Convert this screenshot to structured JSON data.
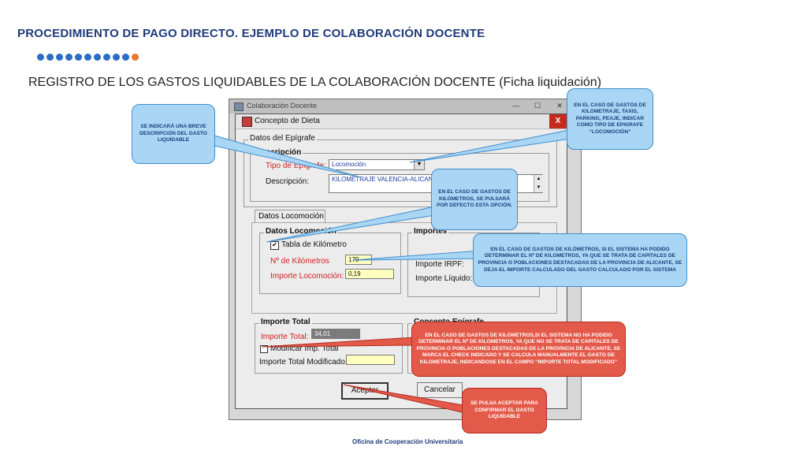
{
  "header": {
    "title": "PROCEDIMIENTO DE PAGO DIRECTO. EJEMPLO DE COLABORACIÓN DOCENTE",
    "subtitle": "REGISTRO DE LOS GASTOS LIQUIDABLES DE LA COLABORACIÓN DOCENTE (Ficha liquidación)",
    "dot_colors": [
      "#2b6cc4",
      "#2b6cc4",
      "#2b6cc4",
      "#2b6cc4",
      "#2b6cc4",
      "#2b6cc4",
      "#2b6cc4",
      "#2b6cc4",
      "#2b6cc4",
      "#2b6cc4",
      "#e8792f"
    ]
  },
  "footer": {
    "text": "Oficina de Cooperación Universitaria"
  },
  "outer_window": {
    "title": "Colaboración Docente",
    "minimize": "—",
    "maximize": "☐",
    "close": "✕"
  },
  "dialog": {
    "title": "Concepto de Dieta",
    "close": "X",
    "datos_epigrafe": {
      "legend": "Datos del Epígrafe",
      "descripcion_legend": "Descripción",
      "tipo_label": "Tipo de Epígrafe:",
      "tipo_value": "Locomoción",
      "descripcion_label": "Descripción:",
      "descripcion_value": "KILOMETRAJE VALENCIA-ALICANTE"
    },
    "tab_label": "Datos Locomoción",
    "datos_locomocion": {
      "legend": "Datos Locomoción",
      "tabla_label": "Tabla de Kilómetro",
      "km_label": "Nº de Kilómetros",
      "km_value": "179",
      "importe_label": "Importe Locomoción:",
      "importe_value": "0,19"
    },
    "importes": {
      "legend": "Importes",
      "irpf_label": "Importe IRPF:",
      "liquido_label": "Importe Líquido:"
    },
    "importe_total": {
      "legend": "Importe Total",
      "total_label": "Importe Total:",
      "total_value": "34,01",
      "modificar_label": "Modificar Imp. Total",
      "modificado_label": "Importe Total Modificado:"
    },
    "concepto_legend": "Concepto Epígrafe",
    "accept": "Aceptar",
    "cancel": "Cancelar"
  },
  "callouts": {
    "descripcion": "SE INDICARÁ UNA BREVE DESCRIPCIÓN DEL GASTO LIQUIDABLE",
    "kilometraje": "EN EL CASO DE GASTOS DE KILOMETRAJE, TAXIS, PARKING, PEAJE, INDICAR COMO TIPO DE EPIGRAFE “LOCOMOCIÓN”",
    "kilometros_defecto": "EN EL CASO DE GASTOS DE KILÓMETROS, SE PULSARÁ POR DEFECTO ESTA OPCIÓN.",
    "kilometros_sistema": "EN EL CASO DE GASTOS DE KILÓMETROS, SI EL SISTEMA HA PODIDO DETERMINAR EL Nº DE KILOMETROS, YA QUE SE TRATA DE CAPITALES DE PROVINCIA O POBLACIONES DESTACADAS DE LA PROVINCIA DE ALICANTE, SE DEJA EL IMPORTE CALCULADO DEL GASTO CALCULADO POR EL SISTEMA",
    "kilometros_manual": "EN EL CASO DE GASTOS DE KILÓMETROS,SI EL SISTEMA NO HA PODIDO DETERMINAR EL Nº DE KILOMETROS, YA QUE  NO SE TRATA DE CAPITALES DE PROVINCIA O POBLACIONES DESTACADAS DE LA PROVINCIA DE ALICANTE, SE MARCA EL CHECK INDICADO Y SE CALCULA MANUALMENTE EL GASTO DE KILOMETRAJE, INDICANDOSE EN EL CAMPO “IMPORTE TOTAL MODIFICADO”",
    "aceptar": "SE PULSA ACEPTAR PARA CONFIRMAR EL GASTO LIQUIDABLE"
  },
  "colors": {
    "title_blue": "#1f3a7a",
    "callout_blue": "#a9d6f5",
    "callout_red": "#e45a4a"
  }
}
